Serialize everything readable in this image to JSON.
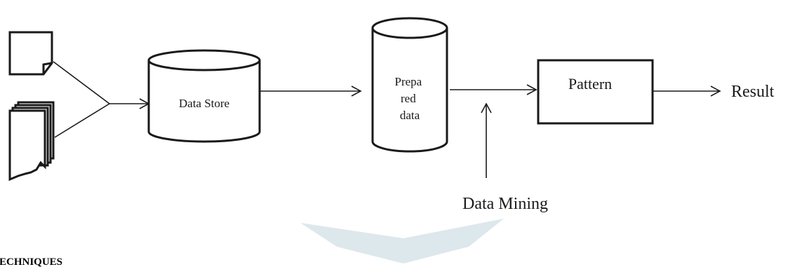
{
  "diagram": {
    "nodes": {
      "data_store": {
        "label": "Data Store"
      },
      "prepared_data": {
        "label_lines": [
          "Prepa",
          "red",
          "data"
        ]
      },
      "pattern": {
        "label": "Pattern"
      }
    },
    "labels": {
      "result": "Result",
      "data_mining": "Data Mining"
    }
  },
  "page": {
    "section_heading": "ECHNIQUES"
  },
  "colors": {
    "stroke": "#1a1a1a",
    "watermark": "#dde8ec"
  }
}
